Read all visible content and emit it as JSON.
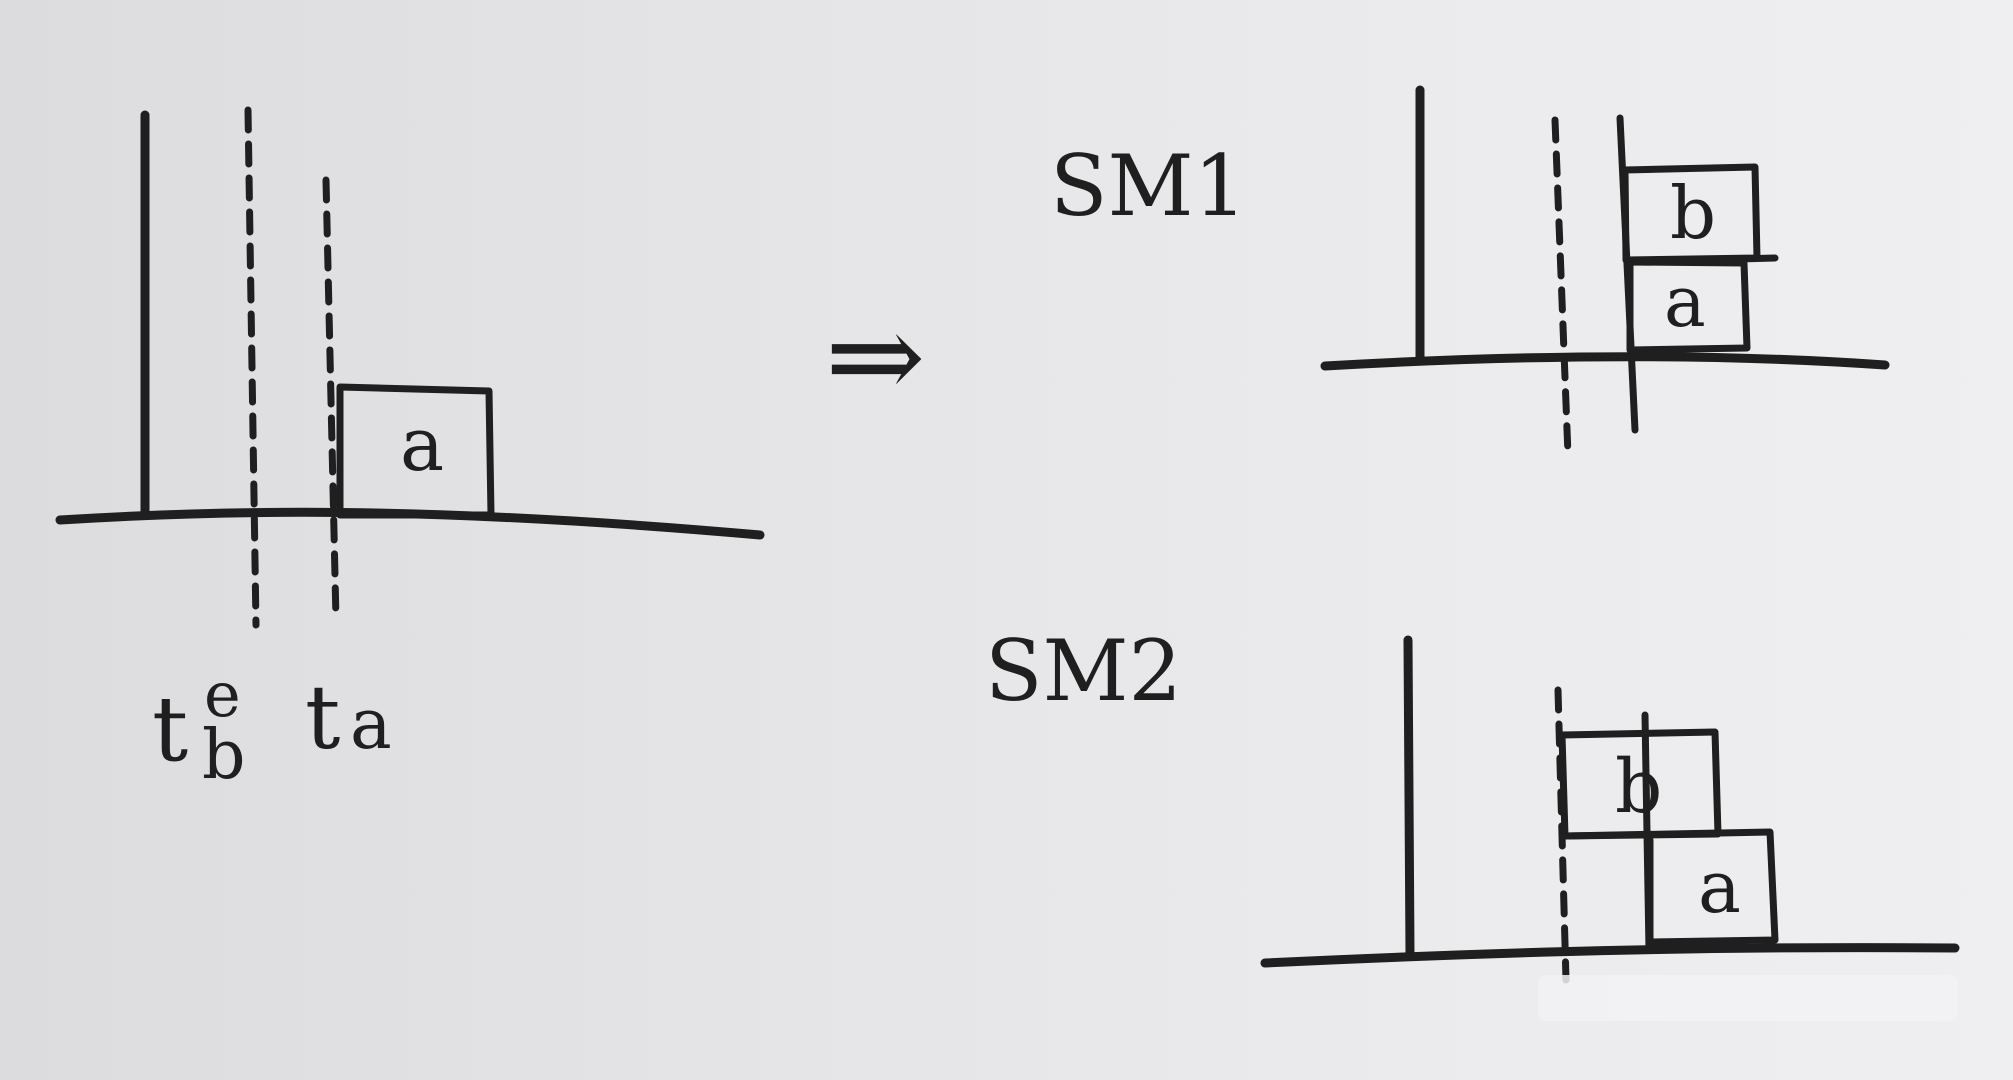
{
  "diagram": {
    "labels": {
      "t_b_main": "t",
      "t_b_sub": "b",
      "t_b_sup": "e",
      "t_a_main": "t",
      "t_a_sub": "a",
      "sm1": "SM1",
      "sm2": "SM2",
      "arrow": "⇒"
    },
    "blocks": {
      "left_a": "a",
      "sm1_b": "b",
      "sm1_a": "a",
      "sm2_b": "b",
      "sm2_a": "a"
    }
  }
}
